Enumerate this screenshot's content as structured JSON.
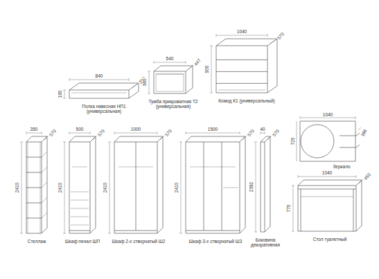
{
  "diagram": {
    "labels": [
      "840",
      "200",
      "180",
      "Полка навесная НП1 (универсальная)",
      "540",
      "447",
      "380",
      "Тумба прикроватная Т2 (универсальная)",
      "1040",
      "570",
      "900",
      "Комод К1 (универсальный)",
      "1040",
      "166",
      "720",
      "Зеркало",
      "1040",
      "450",
      "770",
      "Стол туалетный",
      "350",
      "570",
      "2410",
      "Стеллаж",
      "500",
      "570",
      "2410",
      "Шкаф пенал ШП",
      "1000",
      "570",
      "2410",
      "Шкаф 2-х створчатый Ш2",
      "1500",
      "570",
      "2410",
      "Шкаф 3-х створчатый Ш3",
      "40",
      "570",
      "2392",
      "Боковина декоративная"
    ]
  }
}
